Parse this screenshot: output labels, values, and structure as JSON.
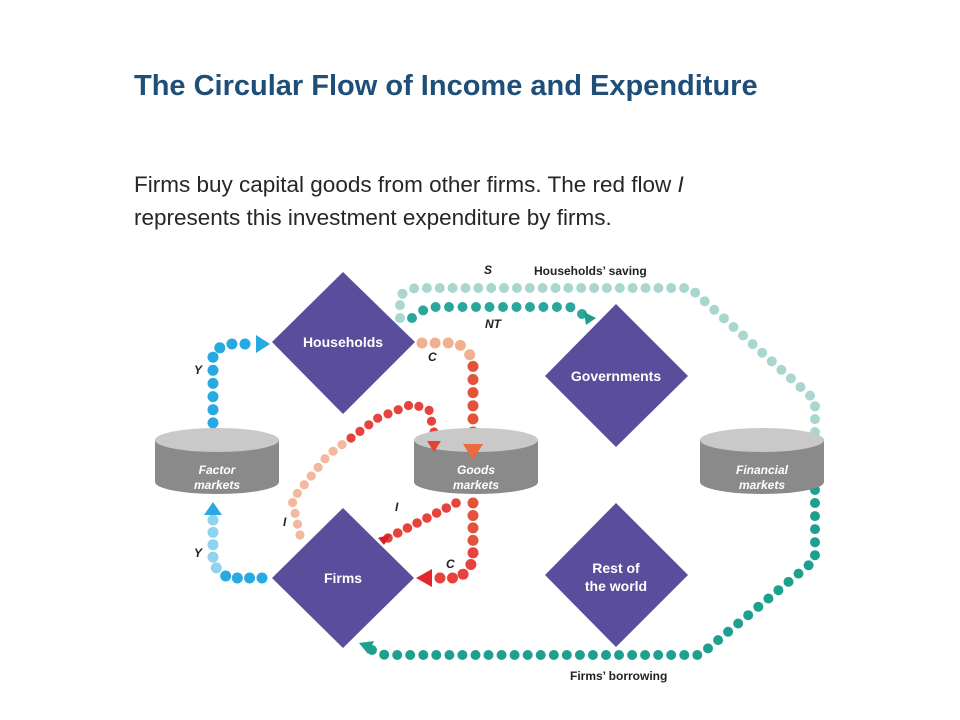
{
  "slide": {
    "title": "The Circular Flow of Income and Expenditure",
    "caption_line1_pre": "Firms buy capital goods from other firms. The red flow ",
    "caption_line1_var": "I",
    "caption_line2": "represents this investment expenditure by firms."
  },
  "diagram": {
    "nodes": {
      "households": "Households",
      "governments": "Governments",
      "firms": "Firms",
      "rest_of_world_line1": "Rest of",
      "rest_of_world_line2": "the world"
    },
    "markets": {
      "factor_line1": "Factor",
      "factor_line2": "markets",
      "goods_line1": "Goods",
      "goods_line2": "markets",
      "financial_line1": "Financial",
      "financial_line2": "markets"
    },
    "flows": {
      "s": "S",
      "households_saving": "Households’ saving",
      "nt": "NT",
      "c_top": "C",
      "c_bottom": "C",
      "y_top": "Y",
      "y_bottom": "Y",
      "i_left": "I",
      "i_right": "I",
      "firms_borrowing": "Firms’ borrowing"
    },
    "colors": {
      "node": "#5a4e9c",
      "market_top": "#c9c9c9",
      "market_side": "#8a8a8a",
      "income_y": "#29a9e1",
      "income_y_light": "#8fd3f0",
      "consumption_c": "#e2533a",
      "consumption_c_light": "#f2b08f",
      "investment_i": "#e8423e",
      "investment_i_light": "#f4b89e",
      "saving_s": "#a9d7cf",
      "taxes_nt": "#2aa79a",
      "borrowing": "#1fa08f",
      "title": "#1f4e79"
    }
  }
}
